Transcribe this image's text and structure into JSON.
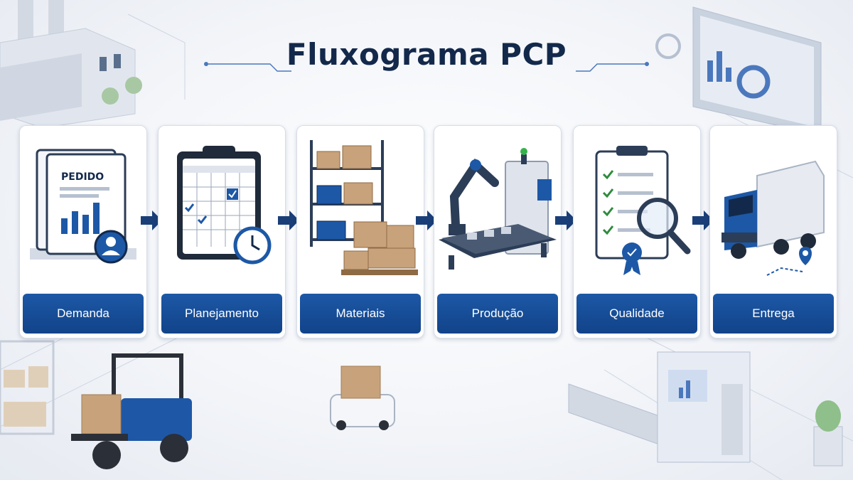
{
  "title": "Fluxograma PCP",
  "steps": [
    {
      "label": "Demanda",
      "icon": "order-document-icon",
      "doc_text": "PEDIDO"
    },
    {
      "label": "Planejamento",
      "icon": "calendar-clock-icon"
    },
    {
      "label": "Materiais",
      "icon": "warehouse-shelf-icon"
    },
    {
      "label": "Produção",
      "icon": "robot-arm-production-icon"
    },
    {
      "label": "Qualidade",
      "icon": "checklist-inspection-icon"
    },
    {
      "label": "Entrega",
      "icon": "delivery-truck-icon"
    }
  ],
  "colors": {
    "primary": "#1a4f9c",
    "dark": "#13294b",
    "background": "#eef1f6",
    "box": "#c8a27a"
  }
}
